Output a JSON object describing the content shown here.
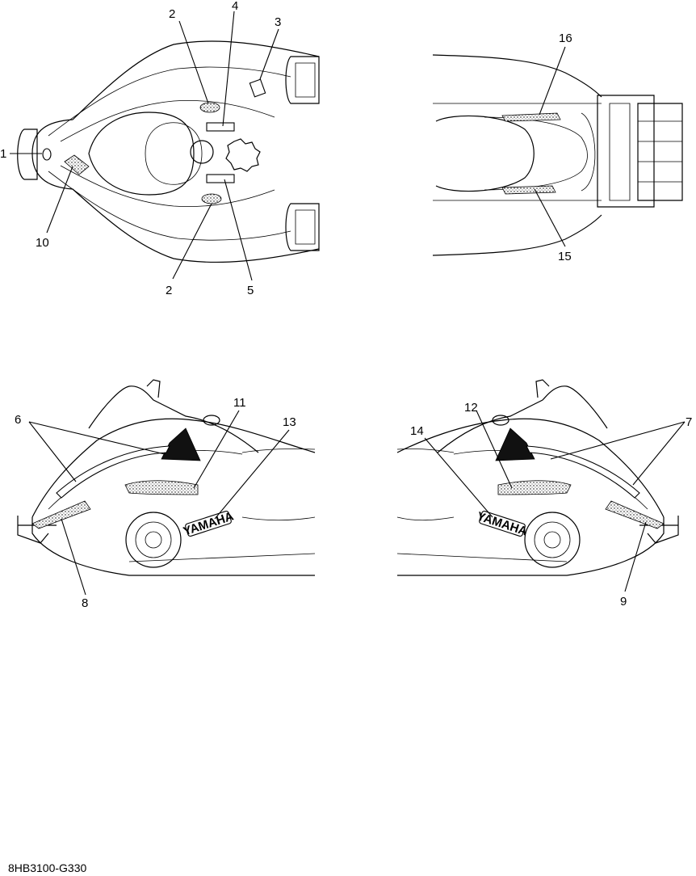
{
  "callouts": {
    "c1": "1",
    "c2a": "2",
    "c2b": "2",
    "c3": "3",
    "c4": "4",
    "c5": "5",
    "c6": "6",
    "c7": "7",
    "c8": "8",
    "c9": "9",
    "c10": "10",
    "c11": "11",
    "c12": "12",
    "c13": "13",
    "c14": "14",
    "c15": "15",
    "c16": "16"
  },
  "decals": {
    "brand_left": "YAMAHA",
    "brand_right": "YAMAHA"
  },
  "reference_code": "8HB3100-G330"
}
